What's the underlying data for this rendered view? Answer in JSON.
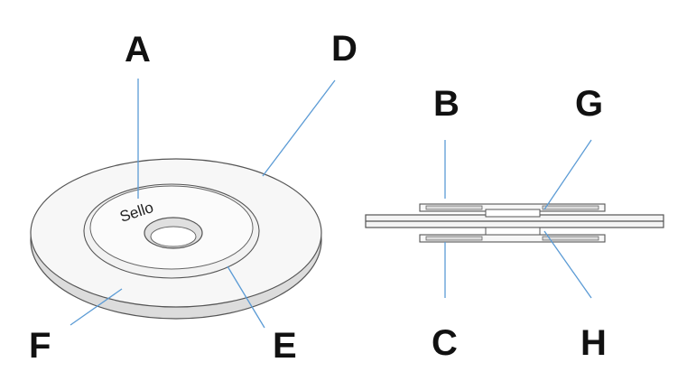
{
  "colors": {
    "leader_line": "#5b9bd5",
    "outline": "#555555",
    "label": "#111111"
  },
  "disc_view": {
    "stamp_text": "Sello",
    "labels": {
      "a": "A",
      "d": "D",
      "e": "E",
      "f": "F"
    }
  },
  "section_view": {
    "labels": {
      "b": "B",
      "g": "G",
      "c": "C",
      "h": "H"
    }
  }
}
